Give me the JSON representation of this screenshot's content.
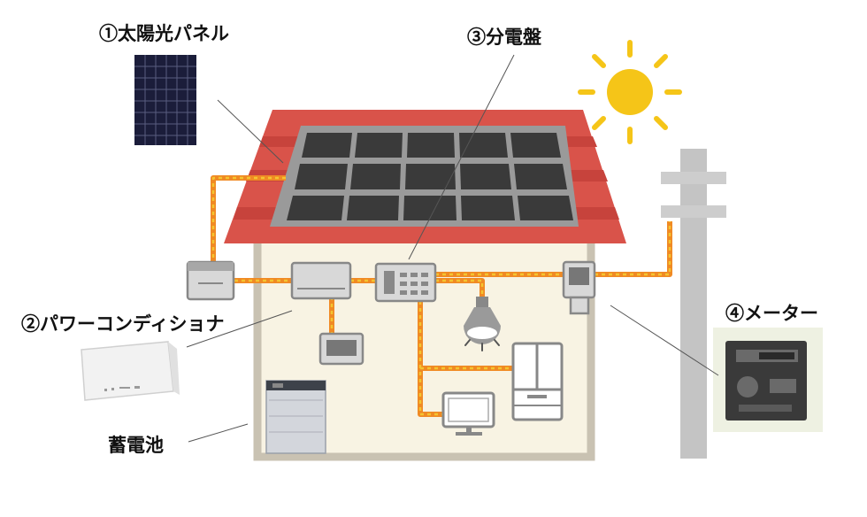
{
  "labels": {
    "solar_panel": "①太陽光パネル",
    "distribution_board": "③分電盤",
    "power_conditioner": "②パワーコンディショナ",
    "meter": "④メーター",
    "storage_battery": "蓄電池"
  },
  "colors": {
    "roof": "#d9534a",
    "roof_stripe": "#c7433c",
    "panel_cell": "#3a3a3a",
    "panel_frame": "#9a9a9a",
    "house_wall": "#f8f3e3",
    "house_outline": "#c9c2b2",
    "wire_outer": "#f08a24",
    "wire_inner": "#f4c430",
    "sun": "#f5c518",
    "pole": "#c4c4c4"
  }
}
